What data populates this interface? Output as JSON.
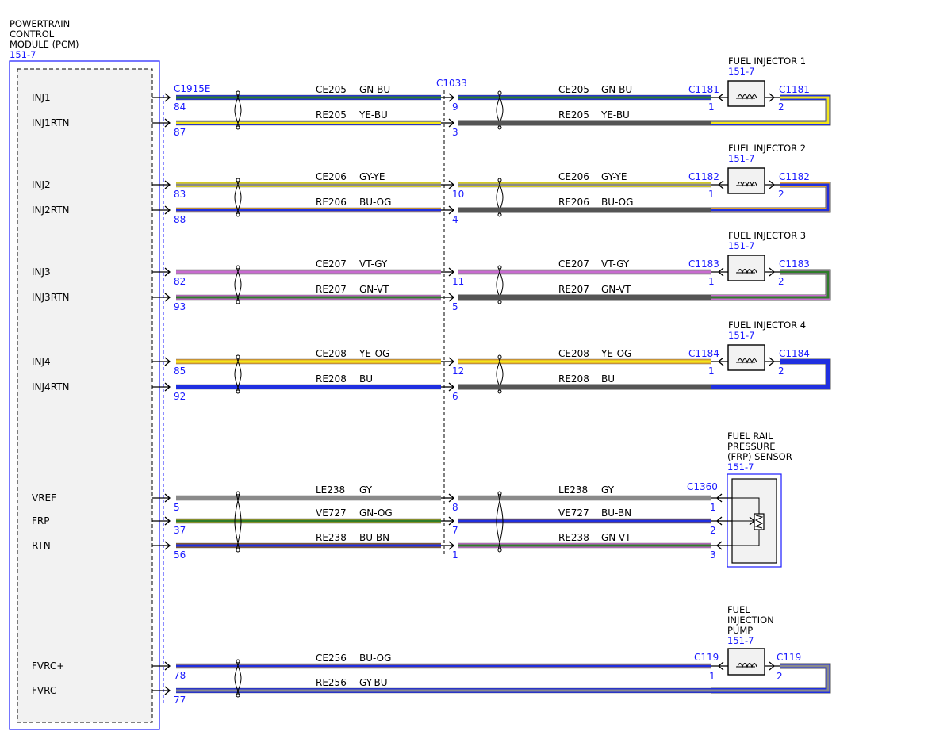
{
  "pcm": {
    "title_lines": [
      "POWERTRAIN",
      "CONTROL",
      "MODULE (PCM)"
    ],
    "ref": "151-7",
    "connector": "C1915E"
  },
  "inline_connector": "C1033",
  "colors": {
    "GN": "#2e7d2a",
    "BU": "#1f2fe0",
    "YE": "#f2e51a",
    "GY": "#8a8a8a",
    "OG": "#e0a030",
    "VT": "#c86bd0",
    "BN": "#8b5a2b",
    "BK": "#111111",
    "label": "#1a1aff",
    "module_fill": "#f2f2f2"
  },
  "injector_groups": [
    {
      "name": "FUEL INJECTOR 1",
      "ref": "151-7",
      "connector": "C1181",
      "wires": [
        {
          "pin_name": "INJ1",
          "pcm_pin": "84",
          "circuit": "CE205",
          "color1": "GN-BU",
          "inline_pin": "9",
          "circuit2": "CE205",
          "color2": "GN-BU",
          "end_pin": "1",
          "c1": "GN",
          "c2": "BU",
          "d1": "GN",
          "d2": "BU"
        },
        {
          "pin_name": "INJ1RTN",
          "pcm_pin": "87",
          "circuit": "RE205",
          "color1": "YE-BU",
          "inline_pin": "3",
          "circuit2": "RE205",
          "color2": "YE-BU",
          "end_pin": "2",
          "c1": "YE",
          "c2": "BU",
          "d1": "YE",
          "d2": "BU"
        }
      ]
    },
    {
      "name": "FUEL INJECTOR 2",
      "ref": "151-7",
      "connector": "C1182",
      "wires": [
        {
          "pin_name": "INJ2",
          "pcm_pin": "83",
          "circuit": "CE206",
          "color1": "GY-YE",
          "inline_pin": "10",
          "circuit2": "CE206",
          "color2": "GY-YE",
          "end_pin": "1",
          "c1": "GY",
          "c2": "YE",
          "d1": "GY",
          "d2": "YE"
        },
        {
          "pin_name": "INJ2RTN",
          "pcm_pin": "88",
          "circuit": "RE206",
          "color1": "BU-OG",
          "inline_pin": "4",
          "circuit2": "RE206",
          "color2": "BU-OG",
          "end_pin": "2",
          "c1": "BU",
          "c2": "OG",
          "d1": "BU",
          "d2": "OG"
        }
      ]
    },
    {
      "name": "FUEL INJECTOR 3",
      "ref": "151-7",
      "connector": "C1183",
      "wires": [
        {
          "pin_name": "INJ3",
          "pcm_pin": "82",
          "circuit": "CE207",
          "color1": "VT-GY",
          "inline_pin": "11",
          "circuit2": "CE207",
          "color2": "VT-GY",
          "end_pin": "1",
          "c1": "VT",
          "c2": "GY",
          "d1": "VT",
          "d2": "GY"
        },
        {
          "pin_name": "INJ3RTN",
          "pcm_pin": "93",
          "circuit": "RE207",
          "color1": "GN-VT",
          "inline_pin": "5",
          "circuit2": "RE207",
          "color2": "GN-VT",
          "end_pin": "2",
          "c1": "GN",
          "c2": "VT",
          "d1": "GN",
          "d2": "VT"
        }
      ]
    },
    {
      "name": "FUEL INJECTOR 4",
      "ref": "151-7",
      "connector": "C1184",
      "wires": [
        {
          "pin_name": "INJ4",
          "pcm_pin": "85",
          "circuit": "CE208",
          "color1": "YE-OG",
          "inline_pin": "12",
          "circuit2": "CE208",
          "color2": "YE-OG",
          "end_pin": "1",
          "c1": "YE",
          "c2": "OG",
          "d1": "YE",
          "d2": "OG"
        },
        {
          "pin_name": "INJ4RTN",
          "pcm_pin": "92",
          "circuit": "RE208",
          "color1": "BU",
          "inline_pin": "6",
          "circuit2": "RE208",
          "color2": "BU",
          "end_pin": "2",
          "c1": "BU",
          "c2": "BU",
          "d1": "BU",
          "d2": "BU"
        }
      ]
    }
  ],
  "frp_sensor": {
    "name_lines": [
      "FUEL RAIL",
      "PRESSURE",
      "(FRP) SENSOR"
    ],
    "ref": "151-7",
    "connector": "C1360",
    "wires": [
      {
        "pin_name": "VREF",
        "pcm_pin": "5",
        "circuit": "LE238",
        "color1": "GY",
        "inline_pin": "8",
        "circuit2": "LE238",
        "color2": "GY",
        "end_pin": "1",
        "c1": "GY",
        "c2": "GY",
        "d1": "GY",
        "d2": "GY"
      },
      {
        "pin_name": "FRP",
        "pcm_pin": "37",
        "circuit": "VE727",
        "color1": "GN-OG",
        "inline_pin": "7",
        "circuit2": "VE727",
        "color2": "BU-BN",
        "end_pin": "2",
        "c1": "GN",
        "c2": "OG",
        "d1": "BU",
        "d2": "BN"
      },
      {
        "pin_name": "RTN",
        "pcm_pin": "56",
        "circuit": "RE238",
        "color1": "BU-BN",
        "inline_pin": "1",
        "circuit2": "RE238",
        "color2": "GN-VT",
        "end_pin": "3",
        "c1": "BU",
        "c2": "BN",
        "d1": "GN",
        "d2": "VT"
      }
    ]
  },
  "pump": {
    "name_lines": [
      "FUEL",
      "INJECTION",
      "PUMP"
    ],
    "ref": "151-7",
    "connector": "C119",
    "wires": [
      {
        "pin_name": "FVRC+",
        "pcm_pin": "78",
        "circuit": "CE256",
        "color1": "BU-OG",
        "end_pin": "1",
        "c1": "BU",
        "c2": "OG"
      },
      {
        "pin_name": "FVRC-",
        "pcm_pin": "77",
        "circuit": "RE256",
        "color1": "GY-BU",
        "end_pin": "2",
        "c1": "GY",
        "c2": "BU"
      }
    ]
  }
}
